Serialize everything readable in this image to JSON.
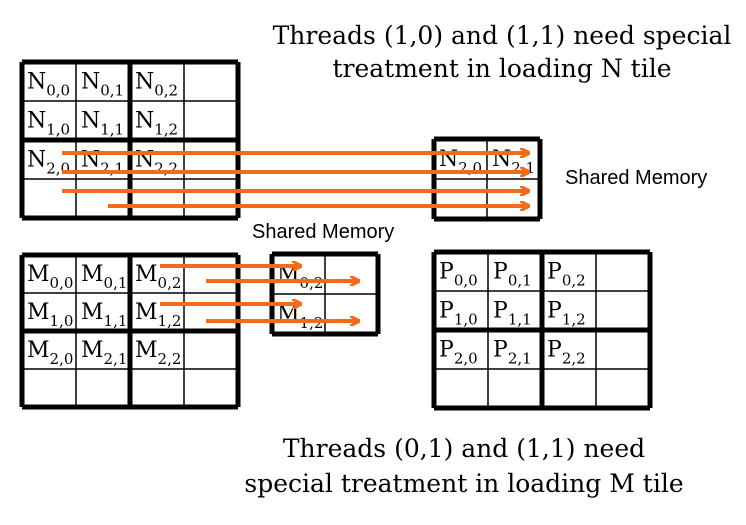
{
  "captions": {
    "n_tile_line1": "Threads (1,0) and (1,1) need special",
    "n_tile_line2": "treatment in loading N tile",
    "m_tile_line1": "Threads (0,1) and (1,1) need",
    "m_tile_line2": "special treatment in loading M tile"
  },
  "labels": {
    "shared_memory_n": "Shared Memory",
    "shared_memory_m": "Shared Memory"
  },
  "matrices": {
    "N": {
      "letter": "N",
      "cells": [
        [
          "0,0",
          "0,1",
          "0,2",
          ""
        ],
        [
          "1,0",
          "1,1",
          "1,2",
          ""
        ],
        [
          "2,0",
          "2,1",
          "2,2",
          ""
        ],
        [
          "",
          "",
          "",
          ""
        ]
      ]
    },
    "M": {
      "letter": "M",
      "cells": [
        [
          "0,0",
          "0,1",
          "0,2",
          ""
        ],
        [
          "1,0",
          "1,1",
          "1,2",
          ""
        ],
        [
          "2,0",
          "2,1",
          "2,2",
          ""
        ],
        [
          "",
          "",
          "",
          ""
        ]
      ]
    },
    "P": {
      "letter": "P",
      "cells": [
        [
          "0,0",
          "0,1",
          "0,2",
          ""
        ],
        [
          "1,0",
          "1,1",
          "1,2",
          ""
        ],
        [
          "2,0",
          "2,1",
          "2,2",
          ""
        ],
        [
          "",
          "",
          "",
          ""
        ]
      ]
    },
    "N_shared": {
      "letter": "N",
      "cells": [
        [
          "2,0",
          "2,1"
        ],
        [
          "",
          ""
        ]
      ]
    },
    "M_shared": {
      "letter": "M",
      "cells": [
        [
          "0,2",
          ""
        ],
        [
          "1,2",
          ""
        ]
      ]
    }
  },
  "colors": {
    "arrow": "#f26b1d",
    "grid": "#000000",
    "text": "#000000"
  }
}
